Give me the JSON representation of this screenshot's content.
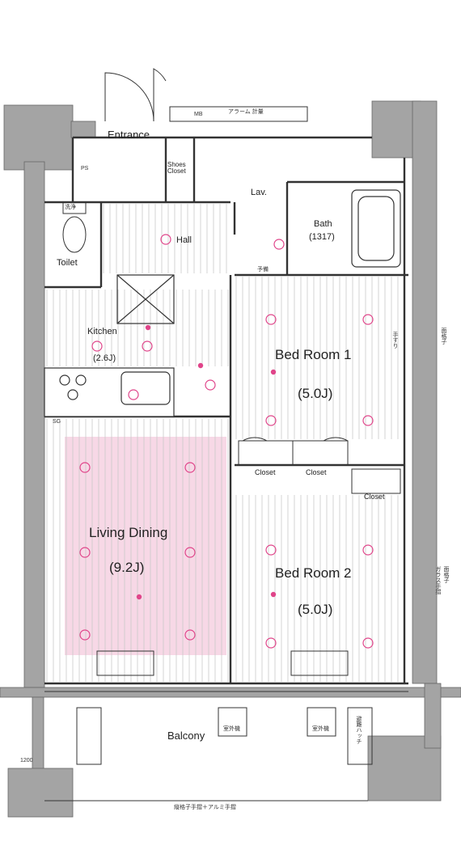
{
  "rooms": {
    "entrance": "Entrance",
    "shoes_closet": "Shoes\nCloset",
    "toilet": "Toilet",
    "lav": "Lav.",
    "bath": "Bath",
    "bath_size": "(1317)",
    "hall": "Hall",
    "kitchen": "Kitchen",
    "kitchen_size": "(2.6J)",
    "bedroom1": "Bed Room 1",
    "bedroom1_size": "(5.0J)",
    "living": "Living Dining",
    "living_size": "(9.2J)",
    "bedroom2": "Bed Room 2",
    "bedroom2_size": "(5.0J)",
    "closet_a": "Closet",
    "closet_b": "Closet",
    "closet_c": "Closet",
    "balcony": "Balcony"
  },
  "annotations": {
    "mb": "MB",
    "meter": "アラーム 計量",
    "spare_a": "予備",
    "wc_box": "洗浄",
    "upper_left": "SG",
    "pipe_space": "PS",
    "right_window_1": "面格子",
    "right_window_2": "手すり",
    "right_side_1": "面格子",
    "right_side_2": "ガラス手摺",
    "bottom_rail": "縦格子手摺＋アルミ手摺",
    "balcony_dim": "1200",
    "ac_1": "室外機",
    "ac_2": "室外機",
    "emergency": "避難ハッチ"
  },
  "colors": {
    "wall": "#a4a4a4",
    "line": "#333333",
    "accent": "#e0458a",
    "living_fill": "#f7d8e6"
  },
  "icons": [
    "outlet-icon",
    "light-icon",
    "switch-icon",
    "sensor-icon"
  ]
}
